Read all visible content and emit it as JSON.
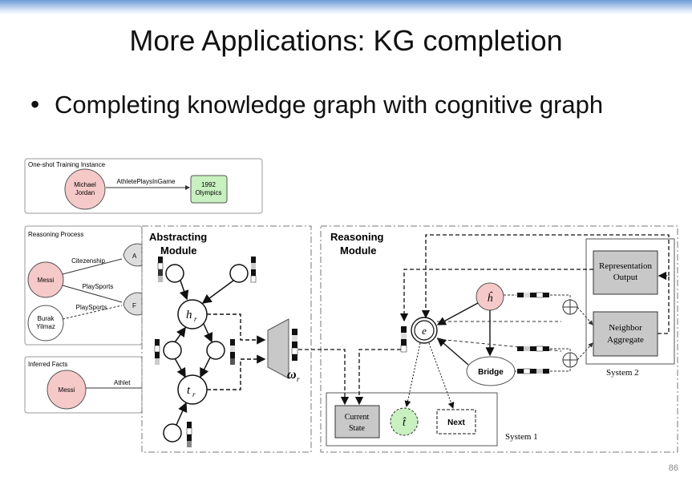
{
  "slide": {
    "title": "More Applications: KG completion",
    "bullet": "Completing knowledge graph with cognitive graph",
    "page_number": "86"
  },
  "panels": {
    "one_shot": {
      "label": "One-shot Training Instance",
      "head": "Michael Jordan",
      "relation": "AthletePlaysInGame",
      "tail": "1992 Olympics"
    },
    "reasoning_process": {
      "label": "Reasoning Process",
      "messi": "Messi",
      "burak": "Burak Yilmaz",
      "rel_citizenship": "Citezenship",
      "rel_playsports_1": "PlaySports",
      "rel_playsports_2": "PlaySports",
      "node_a": "A",
      "node_f": "F"
    },
    "inferred": {
      "label": "Inferred Facts",
      "messi": "Messi",
      "relation": "Athlet"
    }
  },
  "diagram": {
    "abstracting_title": "Abstracting Module",
    "reasoning_title": "Reasoning Module",
    "h_r": "h_r",
    "t_r": "t_r",
    "omega_r": "ω_r",
    "e": "e",
    "h_hat": "ĥ",
    "t_hat": "t̂",
    "bridge": "Bridge",
    "current_state": "Current State",
    "next": "Next",
    "system1": "System 1",
    "system2": "System 2",
    "representation_output": "Representation Output",
    "neighbor_aggregate": "Neighbor Aggregate"
  },
  "colors": {
    "pink": "#f6c9c9",
    "green": "#c8f0c0",
    "gray_box": "#c8c8c8",
    "topbar": "#6e9ad6"
  }
}
